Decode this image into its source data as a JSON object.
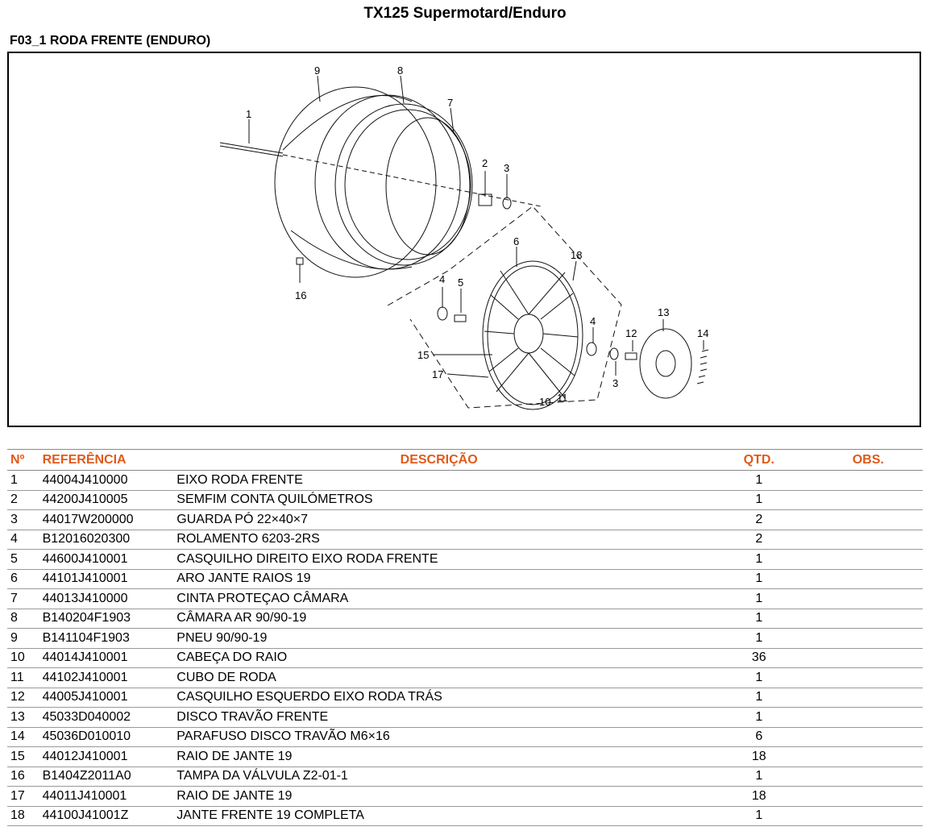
{
  "document": {
    "title": "TX125 Supermotard/Enduro",
    "section": "F03_1 RODA FRENTE (ENDURO)"
  },
  "diagram": {
    "callouts": [
      {
        "id": "c1",
        "label": "1"
      },
      {
        "id": "c2",
        "label": "2"
      },
      {
        "id": "c3a",
        "label": "3"
      },
      {
        "id": "c3b",
        "label": "3"
      },
      {
        "id": "c4a",
        "label": "4"
      },
      {
        "id": "c4b",
        "label": "4"
      },
      {
        "id": "c5",
        "label": "5"
      },
      {
        "id": "c6",
        "label": "6"
      },
      {
        "id": "c7",
        "label": "7"
      },
      {
        "id": "c8",
        "label": "8"
      },
      {
        "id": "c9",
        "label": "9"
      },
      {
        "id": "c10",
        "label": "10"
      },
      {
        "id": "c11",
        "label": "11"
      },
      {
        "id": "c12",
        "label": "12"
      },
      {
        "id": "c13",
        "label": "13"
      },
      {
        "id": "c14",
        "label": "14"
      },
      {
        "id": "c15",
        "label": "15"
      },
      {
        "id": "c16",
        "label": "16"
      },
      {
        "id": "c17",
        "label": "17"
      },
      {
        "id": "c18",
        "label": "18"
      }
    ]
  },
  "table": {
    "headers": {
      "no": "Nº",
      "ref": "REFERÊNCIA",
      "desc": "DESCRIÇÃO",
      "qty": "QTD.",
      "obs": "OBS."
    },
    "rows": [
      {
        "no": "1",
        "ref": "44004J410000",
        "desc": "EIXO RODA FRENTE",
        "qty": "1",
        "obs": ""
      },
      {
        "no": "2",
        "ref": "44200J410005",
        "desc": "SEMFIM CONTA QUILÓMETROS",
        "qty": "1",
        "obs": ""
      },
      {
        "no": "3",
        "ref": "44017W200000",
        "desc": "GUARDA PÓ 22×40×7",
        "qty": "2",
        "obs": ""
      },
      {
        "no": "4",
        "ref": "B12016020300",
        "desc": "ROLAMENTO 6203-2RS",
        "qty": "2",
        "obs": ""
      },
      {
        "no": "5",
        "ref": "44600J410001",
        "desc": "CASQUILHO DIREITO EIXO RODA FRENTE",
        "qty": "1",
        "obs": ""
      },
      {
        "no": "6",
        "ref": "44101J410001",
        "desc": "ARO JANTE RAIOS 19",
        "qty": "1",
        "obs": ""
      },
      {
        "no": "7",
        "ref": "44013J410000",
        "desc": "CINTA PROTEÇAO CÂMARA",
        "qty": "1",
        "obs": ""
      },
      {
        "no": "8",
        "ref": "B140204F1903",
        "desc": "CÂMARA AR 90/90-19",
        "qty": "1",
        "obs": ""
      },
      {
        "no": "9",
        "ref": "B141104F1903",
        "desc": "PNEU 90/90-19",
        "qty": "1",
        "obs": ""
      },
      {
        "no": "10",
        "ref": "44014J410001",
        "desc": "CABEÇA DO RAIO",
        "qty": "36",
        "obs": ""
      },
      {
        "no": "11",
        "ref": "44102J410001",
        "desc": "CUBO DE RODA",
        "qty": "1",
        "obs": ""
      },
      {
        "no": "12",
        "ref": "44005J410001",
        "desc": "CASQUILHO ESQUERDO EIXO RODA TRÁS",
        "qty": "1",
        "obs": ""
      },
      {
        "no": "13",
        "ref": "45033D040002",
        "desc": "DISCO TRAVÃO FRENTE",
        "qty": "1",
        "obs": ""
      },
      {
        "no": "14",
        "ref": "45036D010010",
        "desc": "PARAFUSO DISCO TRAVÃO M6×16",
        "qty": "6",
        "obs": ""
      },
      {
        "no": "15",
        "ref": "44012J410001",
        "desc": "RAIO DE JANTE 19",
        "qty": "18",
        "obs": ""
      },
      {
        "no": "16",
        "ref": "B1404Z2011A0",
        "desc": "TAMPA DA VÁLVULA Z2-01-1",
        "qty": "1",
        "obs": ""
      },
      {
        "no": "17",
        "ref": "44011J410001",
        "desc": "RAIO DE JANTE 19",
        "qty": "18",
        "obs": ""
      },
      {
        "no": "18",
        "ref": "44100J41001Z",
        "desc": "JANTE FRENTE 19 COMPLETA",
        "qty": "1",
        "obs": ""
      }
    ]
  }
}
